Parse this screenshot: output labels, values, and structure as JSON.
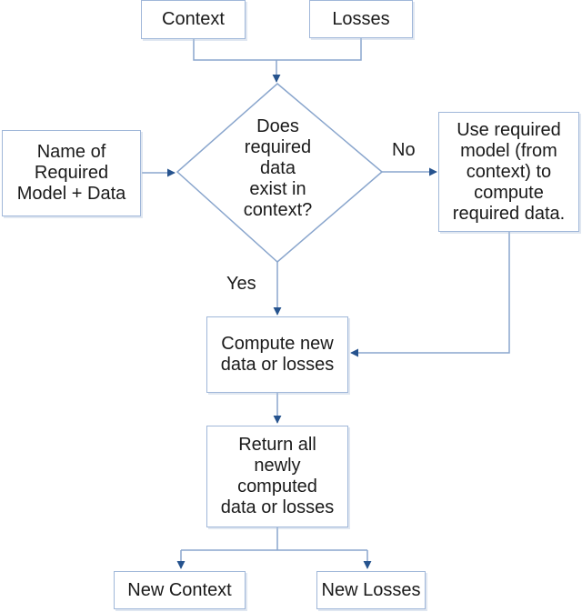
{
  "diagram": {
    "nodes": {
      "context": {
        "label": "Context"
      },
      "losses": {
        "label": "Losses"
      },
      "name_of_required_model_data": {
        "label": "Name of\nRequired\nModel + Data"
      },
      "decision": {
        "label": "Does\nrequired\ndata\nexist in\ncontext?"
      },
      "use_required_model": {
        "label": "Use required\nmodel (from\ncontext) to\ncompute\nrequired data."
      },
      "compute_new": {
        "label": "Compute new\ndata or losses"
      },
      "return_all": {
        "label": "Return all\nnewly\ncomputed\ndata or losses"
      },
      "new_context": {
        "label": "New Context"
      },
      "new_losses": {
        "label": "New Losses"
      }
    },
    "edge_labels": {
      "yes": "Yes",
      "no": "No"
    },
    "colors": {
      "connector_line": "#8aa6cd",
      "box_border": "#a0b7d9",
      "arrowhead": "#26538e",
      "text": "#1a1a1a",
      "background": "#ffffff"
    }
  }
}
